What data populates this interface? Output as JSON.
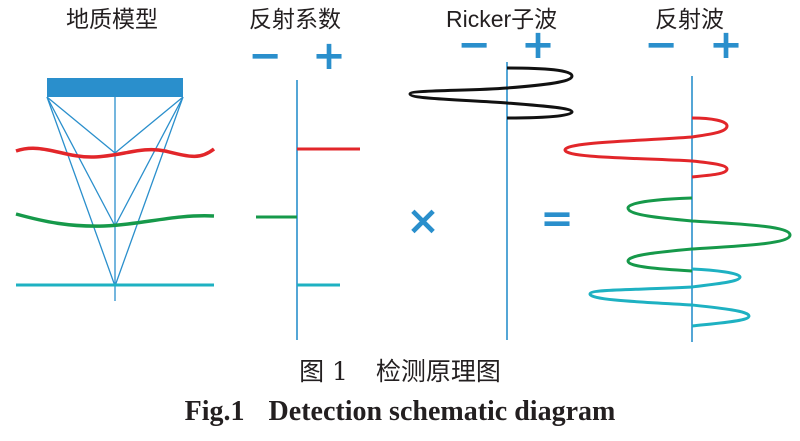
{
  "panels": {
    "geology": {
      "title": "地质模型"
    },
    "reflectivity": {
      "title": "反射系数",
      "minus": "−",
      "plus": "+"
    },
    "wavelet": {
      "title": "Ricker子波",
      "minus": "−",
      "plus": "+"
    },
    "trace": {
      "title": "反射波",
      "minus": "−",
      "plus": "+"
    }
  },
  "operators": {
    "multiply": "×",
    "equals": "="
  },
  "caption": {
    "cn_fig": "图 1",
    "cn_title": "检测原理图",
    "en_fig": "Fig.1",
    "en_title": "Detection schematic diagram"
  },
  "colors": {
    "axis": "#2a8fcc",
    "layer1": "#e2262a",
    "layer2": "#16994a",
    "layer3": "#1eb1c2",
    "wavelet": "#111111",
    "text": "#231f20"
  }
}
